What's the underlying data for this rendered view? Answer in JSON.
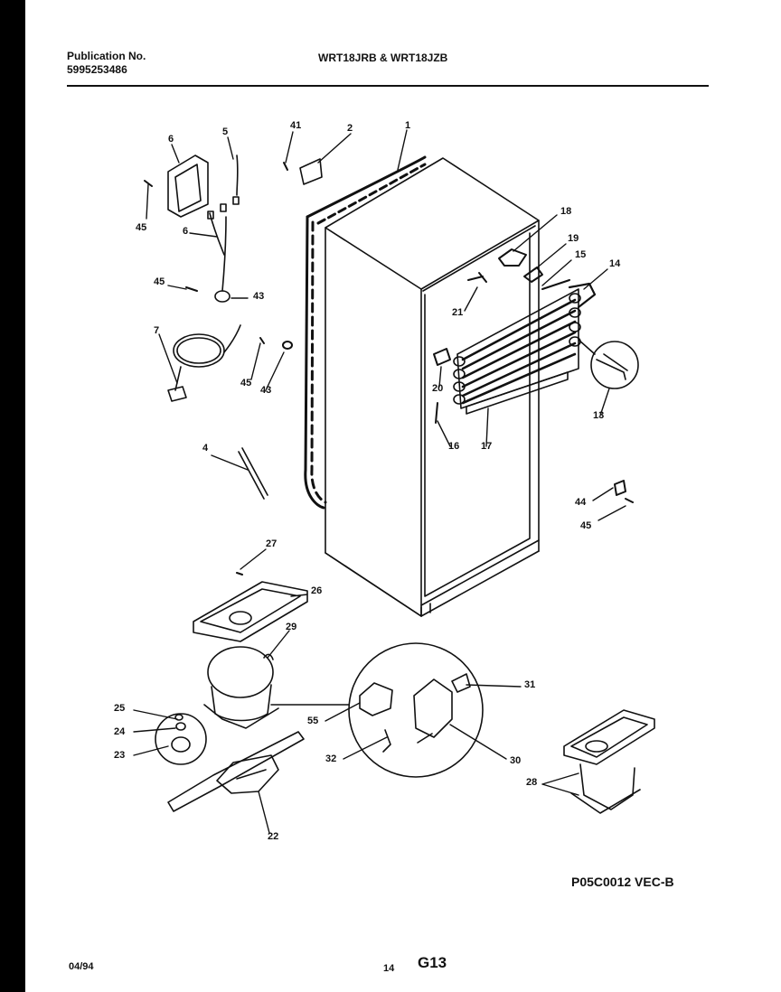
{
  "header": {
    "publication_label": "Publication No.",
    "publication_number": "5995253486",
    "models": "WRT18JRB & WRT18JZB"
  },
  "callouts": [
    "1",
    "2",
    "41",
    "5",
    "6",
    "45",
    "6",
    "45",
    "43",
    "7",
    "45",
    "43",
    "18",
    "19",
    "15",
    "14",
    "21",
    "20",
    "13",
    "16",
    "17",
    "4",
    "44",
    "45",
    "27",
    "26",
    "29",
    "25",
    "24",
    "23",
    "22",
    "31",
    "55",
    "32",
    "30",
    "28"
  ],
  "drawing_code": "P05C0012 VEC-B",
  "footer": {
    "date": "04/94",
    "page": "14",
    "section": "G13"
  }
}
